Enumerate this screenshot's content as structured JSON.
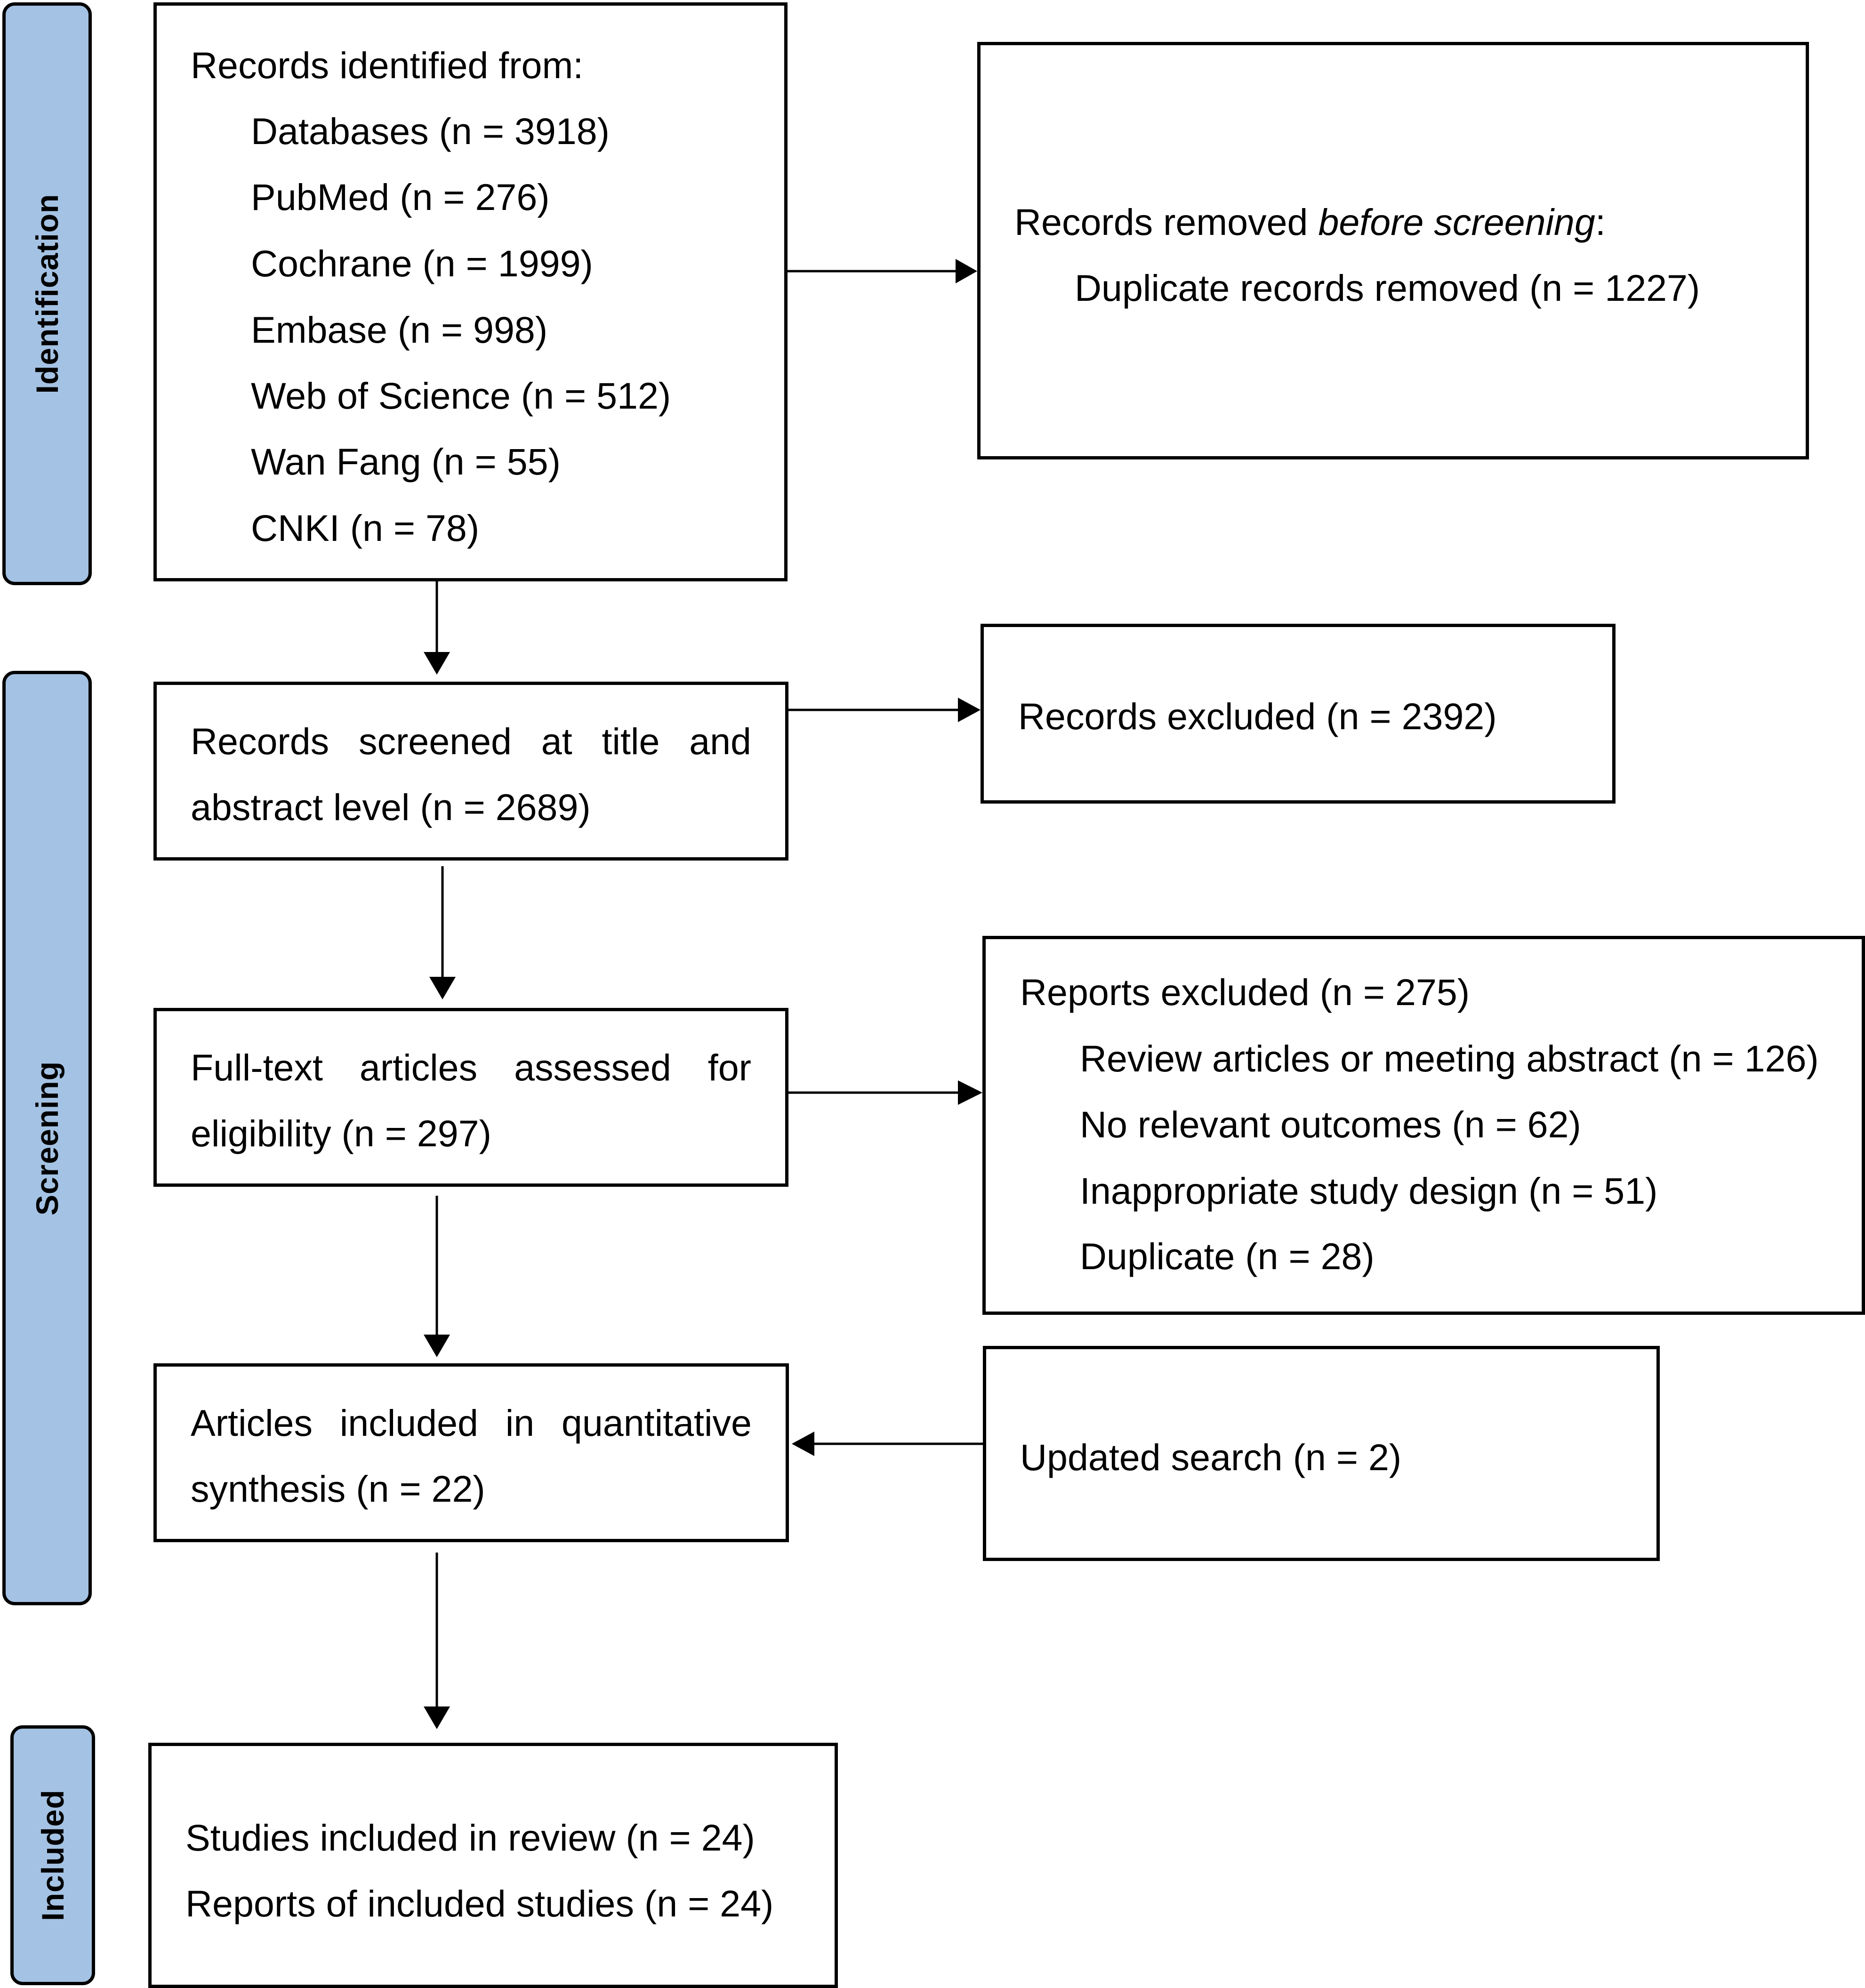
{
  "phases": {
    "identification": "Identification",
    "screening": "Screening",
    "included": "Included"
  },
  "identification_box": {
    "heading": "Records identified from:",
    "sources": [
      "Databases (n = 3918)",
      "PubMed (n = 276)",
      "Cochrane (n = 1999)",
      "Embase (n = 998)",
      "Web of Science (n = 512)",
      "Wan Fang (n = 55)",
      "CNKI (n = 78)"
    ]
  },
  "removed_box": {
    "heading_prefix": "Records removed ",
    "heading_italic": "before screening",
    "heading_suffix": ":",
    "item": "Duplicate records removed (n = 1227)"
  },
  "screened_box": {
    "line1_words": [
      "Records",
      "screened",
      "at",
      "title",
      "and"
    ],
    "line2": "abstract level (n = 2689)"
  },
  "records_excluded_box": {
    "text": "Records excluded (n = 2392)"
  },
  "fulltext_box": {
    "line1_words": [
      "Full-text",
      "articles",
      "assessed",
      "for"
    ],
    "line2": "eligibility (n = 297)"
  },
  "reports_excluded_box": {
    "heading": "Reports excluded (n = 275)",
    "reasons": [
      "Review articles or meeting abstract (n = 126)",
      "No relevant outcomes (n = 62)",
      "Inappropriate study design (n = 51)",
      "Duplicate (n = 28)"
    ]
  },
  "quantitative_box": {
    "line1_words": [
      "Articles",
      "included",
      "in",
      "quantitative"
    ],
    "line2": "synthesis (n = 22)"
  },
  "updated_search_box": {
    "text": "Updated search (n = 2)"
  },
  "included_box": {
    "lines": [
      "Studies included in review (n = 24)",
      "Reports of included studies (n = 24)"
    ]
  }
}
